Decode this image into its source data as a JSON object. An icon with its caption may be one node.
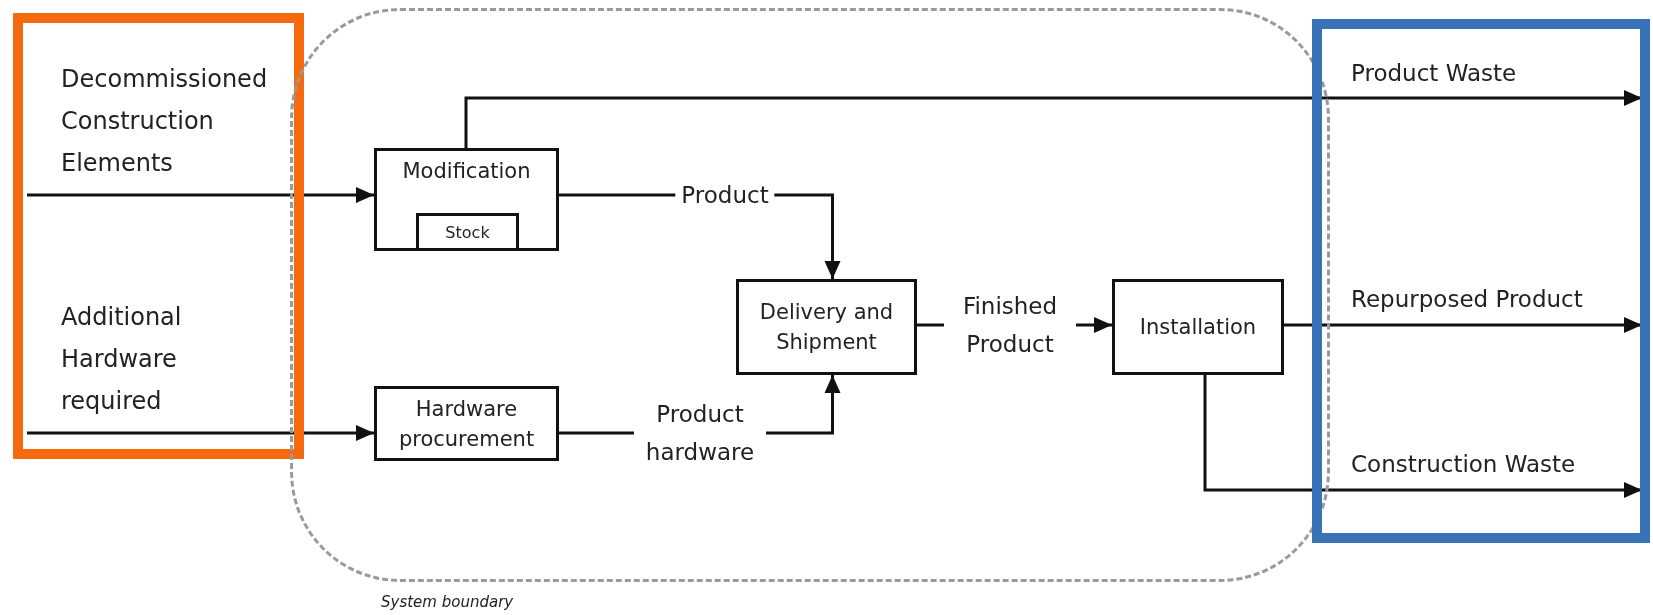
{
  "diagram": {
    "nodes": [
      {
        "text": [],
        "shape": "box"
      },
      {
        "text": [
          "Decommissioned Construction Elements"
        ],
        "in": 0
      },
      {
        "text": [
          "Additional Hardware required"
        ],
        "in": 0
      },
      {
        "text": [
          "System boundary"
        ]
      },
      {
        "text": [
          "Modification"
        ],
        "in": 3
      },
      {
        "text": [
          "Stock"
        ],
        "in": 4
      },
      {
        "text": [
          "Hardware procurement"
        ],
        "in": 3
      },
      {
        "text": [
          "Delivery and Shipment"
        ],
        "in": 3
      },
      {
        "text": [
          "Installation"
        ],
        "in": 3
      },
      {
        "text": [],
        "shape": "box"
      }
    ],
    "edges": [
      {
        "from": 1,
        "to": 4,
        "arrow": "to"
      },
      {
        "from": 2,
        "to": 6,
        "arrow": "to"
      },
      {
        "from": 4,
        "to": 7,
        "arrow": "to",
        "label": "Product"
      },
      {
        "from": 6,
        "to": 7,
        "arrow": "to",
        "label": "Product hardware"
      },
      {
        "from": 7,
        "to": 8,
        "arrow": "to",
        "label": "Finished Product"
      },
      {
        "from": 4,
        "to": 9,
        "arrow": "to",
        "label": "Product Waste"
      },
      {
        "from": 8,
        "to": 9,
        "arrow": "to",
        "label": "Repurposed Product"
      },
      {
        "from": 8,
        "to": 9,
        "arrow": "to",
        "label": "Construction Waste"
      }
    ]
  }
}
